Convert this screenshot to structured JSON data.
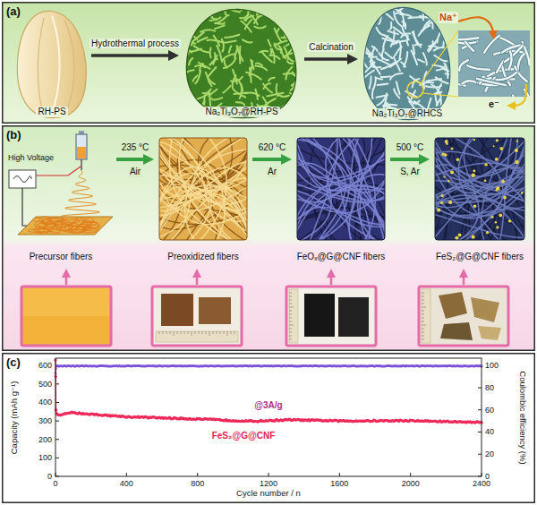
{
  "diagram": {
    "nodes": [
      {
        "text": [
          "(a)"
        ]
      },
      {
        "text": [
          "RH-PS"
        ],
        "in": 0
      },
      {
        "text": [
          "Na₂Ti₃O₇@RH-PS"
        ],
        "in": 0
      },
      {
        "text": [
          "Na₂Ti₃O₇@RHCS"
        ],
        "in": 0
      },
      {
        "text": [
          "(b)"
        ]
      },
      {
        "text": [
          "Precursor fibers"
        ],
        "in": 4
      },
      {
        "text": [
          "Preoxidized fibers"
        ],
        "in": 4
      },
      {
        "text": [
          "FeOₓ@G@CNF fibers"
        ],
        "in": 4
      },
      {
        "text": [
          "FeS₂@G@CNF fibers"
        ],
        "in": 4
      },
      {
        "text": [
          "(c)"
        ]
      }
    ],
    "edges": [
      {
        "from": 1,
        "to": 2,
        "arrow": "to",
        "label": "Hydrothermal process"
      },
      {
        "from": 2,
        "to": 3,
        "arrow": "to",
        "label": "Calcination"
      },
      {
        "from": 5,
        "to": 6,
        "arrow": "to",
        "label": "235 °C"
      },
      {
        "from": 6,
        "to": 7,
        "arrow": "to",
        "label": "620 °C"
      },
      {
        "from": 7,
        "to": 8,
        "arrow": "to",
        "label": "500 °C"
      }
    ],
    "labels": [
      "Na⁺",
      "e⁻",
      "High Voltage",
      "Air",
      "Ar",
      "S, Ar",
      "0",
      "100",
      "200",
      "300",
      "400",
      "500",
      "600",
      "0",
      "20",
      "40",
      "60",
      "80",
      "100",
      "0",
      "400",
      "800",
      "1200",
      "1600",
      "2000",
      "2400",
      "Capacity (mAh g⁻¹)",
      "Coulombic efficiency (%)",
      "Cycle number / n",
      "@3A/g",
      "FeS₂@G@CNF"
    ]
  }
}
